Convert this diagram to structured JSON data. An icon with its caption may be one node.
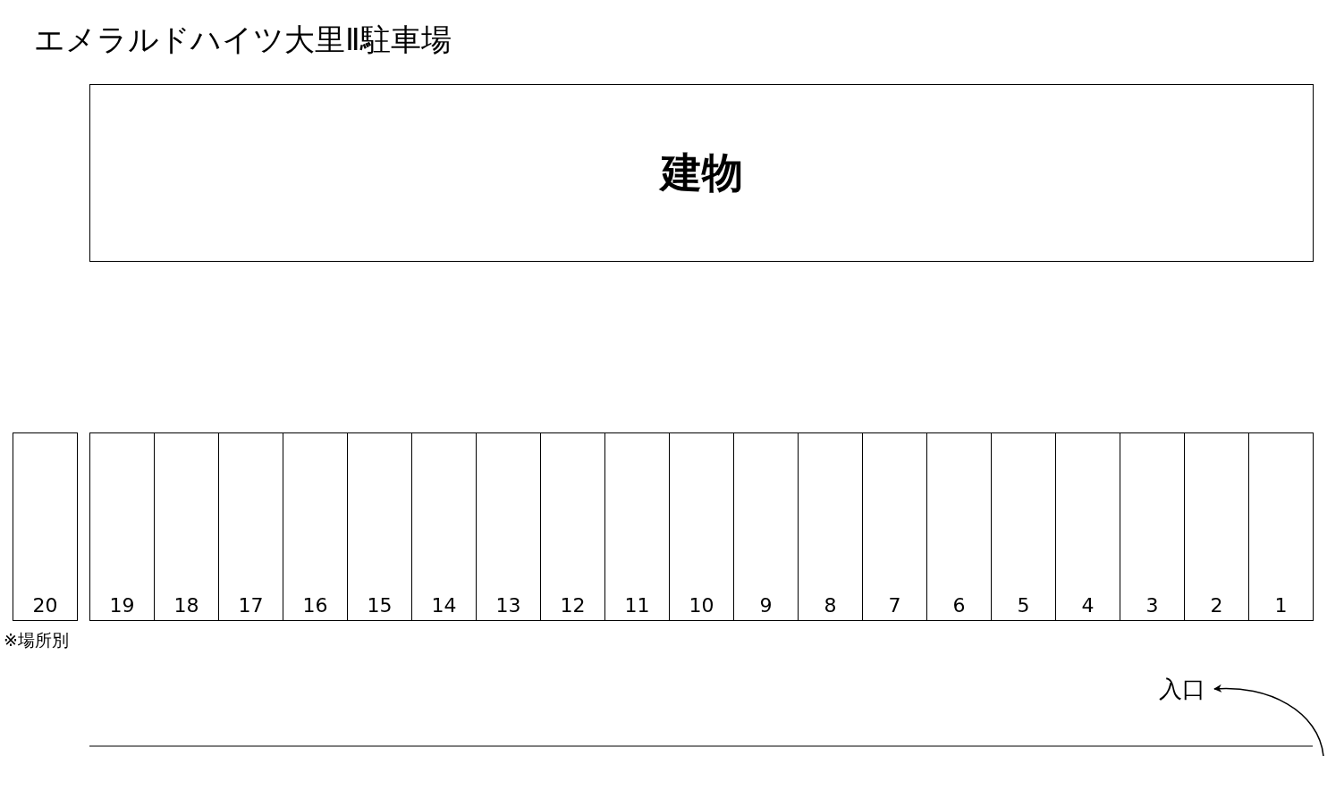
{
  "diagram": {
    "title": "エメラルドハイツ大里Ⅱ駐車場",
    "nodes": [
      {
        "text": [
          "建物"
        ]
      },
      {
        "text": [
          "20"
        ]
      },
      {
        "text": [
          "19"
        ]
      },
      {
        "text": [
          "18"
        ]
      },
      {
        "text": [
          "17"
        ]
      },
      {
        "text": [
          "16"
        ]
      },
      {
        "text": [
          "15"
        ]
      },
      {
        "text": [
          "14"
        ]
      },
      {
        "text": [
          "13"
        ]
      },
      {
        "text": [
          "12"
        ]
      },
      {
        "text": [
          "11"
        ]
      },
      {
        "text": [
          "10"
        ]
      },
      {
        "text": [
          "9"
        ]
      },
      {
        "text": [
          "8"
        ]
      },
      {
        "text": [
          "7"
        ]
      },
      {
        "text": [
          "6"
        ]
      },
      {
        "text": [
          "5"
        ]
      },
      {
        "text": [
          "4"
        ]
      },
      {
        "text": [
          "3"
        ]
      },
      {
        "text": [
          "2"
        ]
      },
      {
        "text": [
          "1"
        ]
      },
      {
        "text": [
          "入口"
        ]
      }
    ],
    "edges": [
      {
        "from": null,
        "to": 21,
        "arrow": "to"
      }
    ],
    "labels": [
      "※場所別"
    ]
  }
}
